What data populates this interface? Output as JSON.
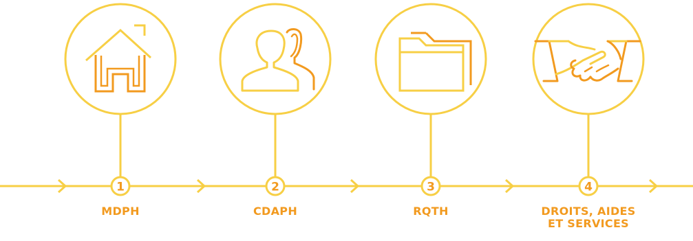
{
  "colors": {
    "yellow": "#F7CF45",
    "orange": "#F29A1F",
    "background": "#ffffff"
  },
  "steps": [
    {
      "number": "1",
      "label": [
        "MDPH"
      ],
      "icon": "house-icon"
    },
    {
      "number": "2",
      "label": [
        "CDAPH"
      ],
      "icon": "people-icon"
    },
    {
      "number": "3",
      "label": [
        "RQTH"
      ],
      "icon": "folder-icon"
    },
    {
      "number": "4",
      "label": [
        "DROITS, AIDES",
        "ET SERVICES"
      ],
      "icon": "handshake-icon"
    }
  ]
}
